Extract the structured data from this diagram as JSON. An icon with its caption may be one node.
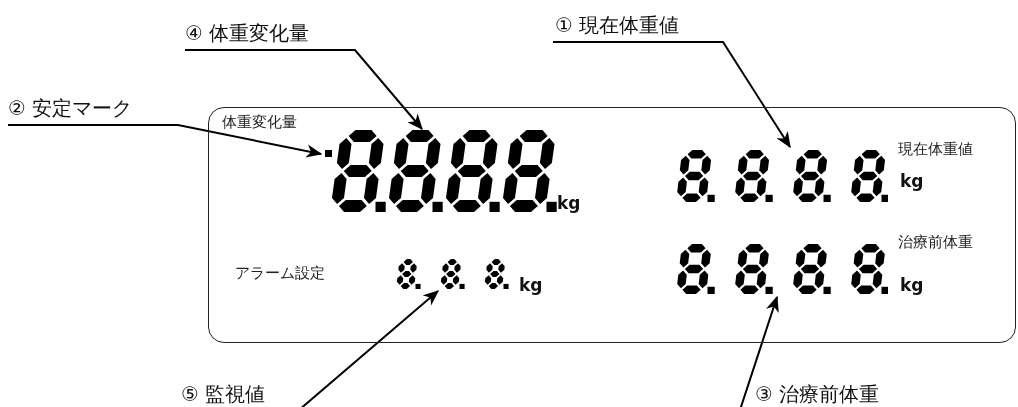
{
  "diagram": {
    "nodes": [
      {
        "text": [],
        "shape": "box"
      },
      {
        "text": [
          "① 現在体重値"
        ]
      },
      {
        "text": [
          "② 安定マーク"
        ]
      },
      {
        "text": [
          "③ 治療前体重"
        ]
      },
      {
        "text": [
          "④ 体重変化量"
        ]
      },
      {
        "text": [
          "⑤ 監視値"
        ]
      },
      {
        "text": [],
        "shape": "box",
        "in": 0
      },
      {
        "text": [],
        "shape": "display",
        "in": 0,
        "beside": [
          "体重変化量",
          "kg"
        ]
      },
      {
        "text": [],
        "shape": "display",
        "in": 0,
        "beside": [
          "現在体重値",
          "kg"
        ]
      },
      {
        "text": [],
        "shape": "display",
        "in": 0,
        "beside": [
          "治療前体重",
          "kg"
        ]
      },
      {
        "text": [],
        "shape": "display",
        "in": 0,
        "beside": [
          "kg"
        ]
      }
    ],
    "labels": [
      "アラーム設定"
    ],
    "edges": [
      {
        "from": 1,
        "to": 8,
        "arrow": "to"
      },
      {
        "from": 2,
        "to": 6,
        "arrow": "to"
      },
      {
        "from": 3,
        "to": 9,
        "arrow": "to"
      },
      {
        "from": 4,
        "to": 7,
        "arrow": "to"
      },
      {
        "from": 5,
        "to": 10,
        "arrow": "to"
      }
    ]
  }
}
